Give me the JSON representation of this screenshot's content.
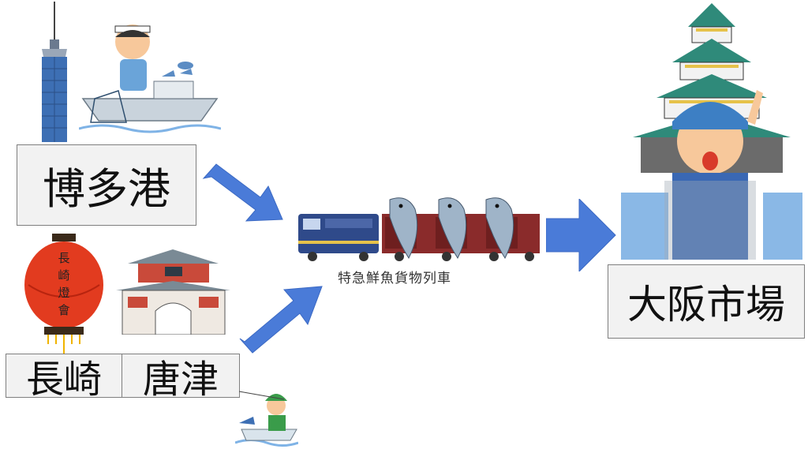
{
  "origins": {
    "hakata": "博多港",
    "nagasaki": "長崎",
    "karatsu": "唐津"
  },
  "train_caption": "特急鮮魚貨物列車",
  "destination": "大阪市場",
  "lantern_text": [
    "長",
    "崎",
    "燈",
    "會"
  ],
  "colors": {
    "arrow": "#4a7bd8",
    "box_fill": "#f2f2f2",
    "box_border": "#7f7f7f"
  }
}
